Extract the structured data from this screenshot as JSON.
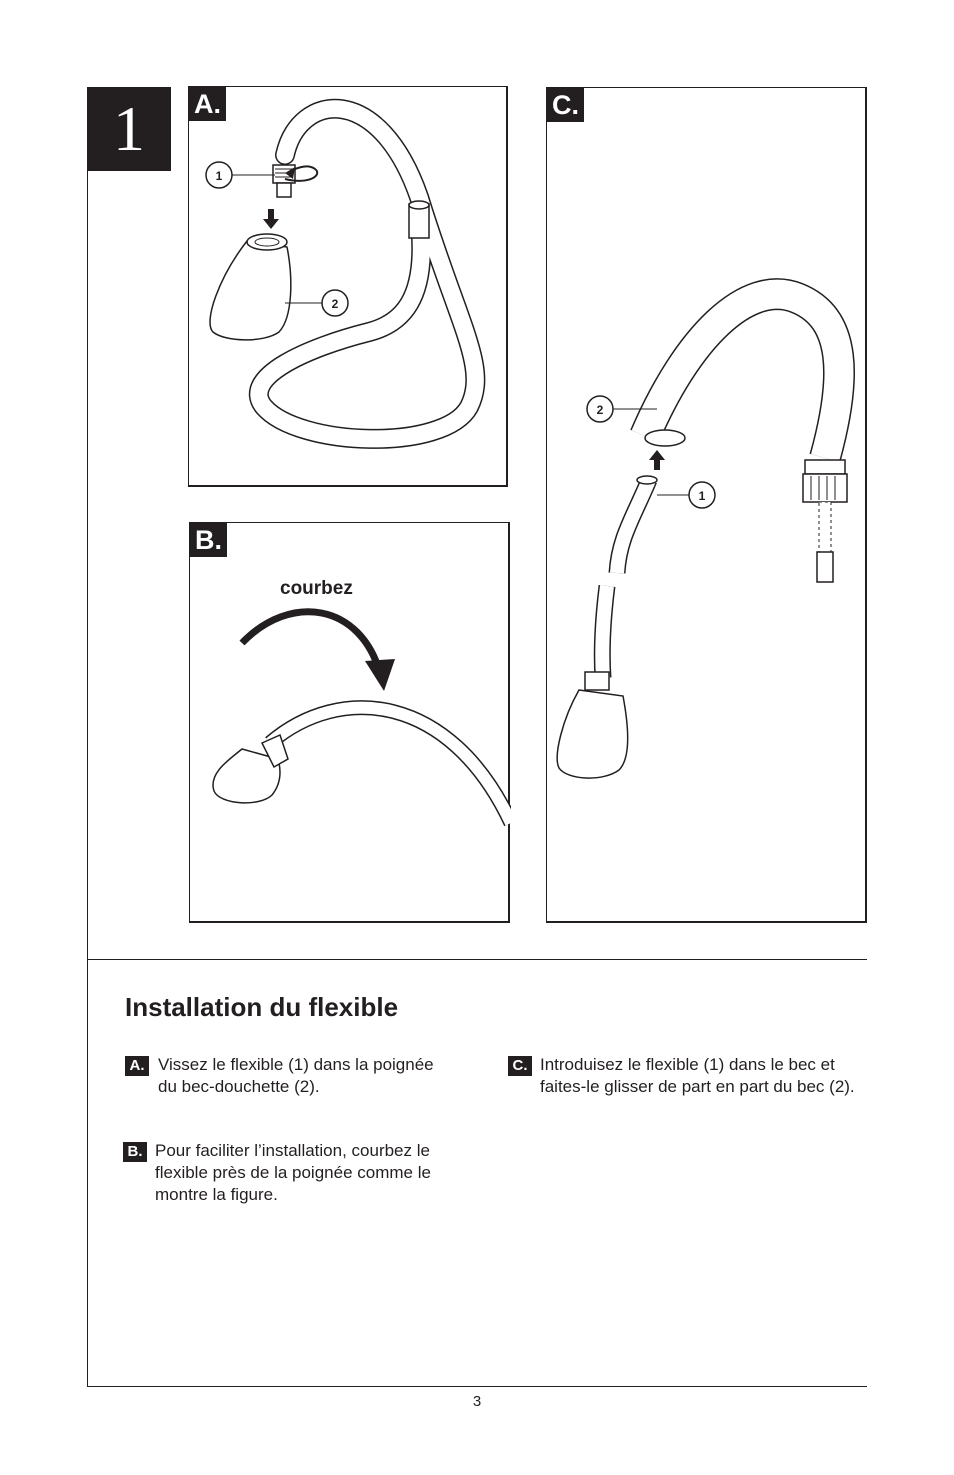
{
  "step_number": "1",
  "panels": {
    "a": {
      "tag": "A.",
      "callouts": [
        "1",
        "2"
      ]
    },
    "b": {
      "tag": "B.",
      "bend_label": "courbez"
    },
    "c": {
      "tag": "C.",
      "callouts": [
        "2",
        "1"
      ]
    }
  },
  "section_title": "Installation du flexible",
  "instructions": [
    {
      "tag": "A.",
      "text": "Vissez le flexible (1) dans la poignée du bec-douchette (2)."
    },
    {
      "tag": "B.",
      "text": "Pour faciliter l’installation, courbez le flexible près de la poignée comme le montre la figure."
    },
    {
      "tag": "C.",
      "text": "Introduisez le flexible (1) dans le bec et faites-le glisser de part en part du bec (2)."
    }
  ],
  "page_number": "3"
}
